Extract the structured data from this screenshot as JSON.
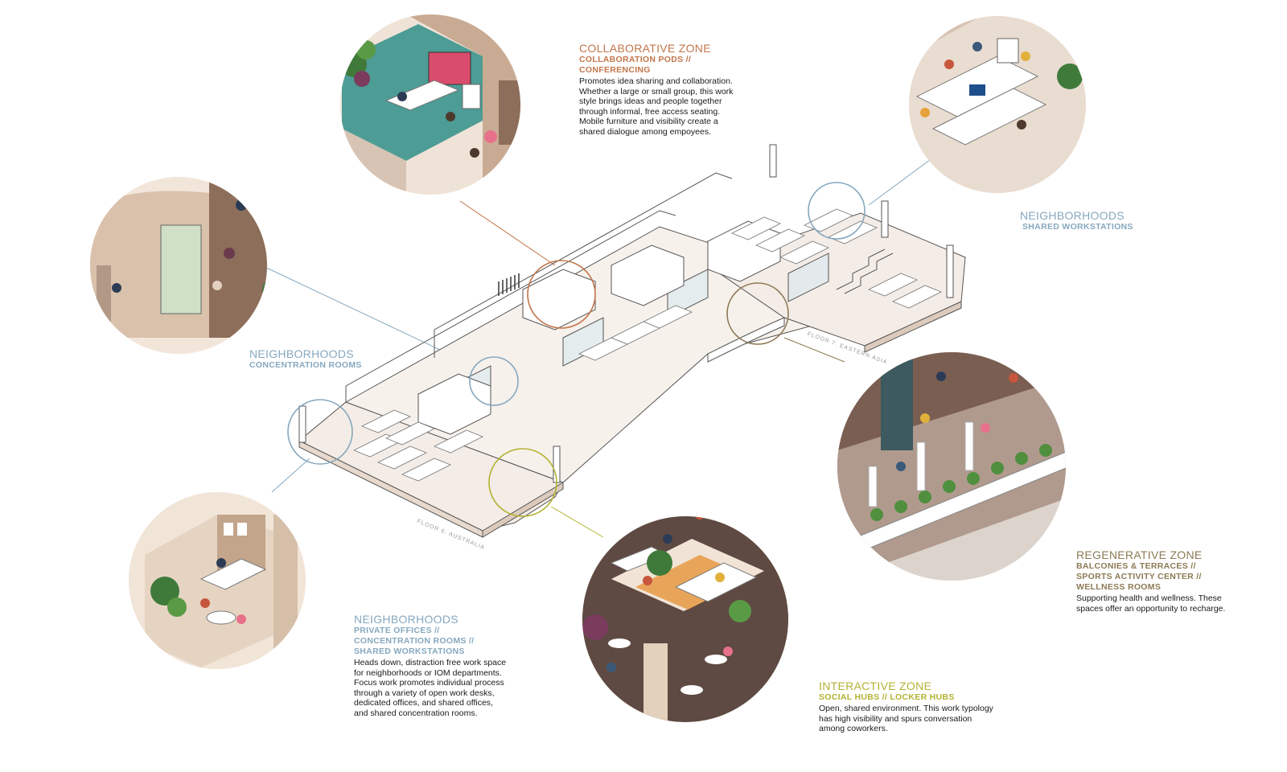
{
  "colors": {
    "collaborative": "#c2764a",
    "neighborhood": "#86a8bf",
    "interactive": "#b3b233",
    "regenerative": "#8c7a55",
    "floor": "#f4ece6",
    "wall": "#d9c3b1",
    "line": "#555555"
  },
  "zones": {
    "collaborative": {
      "title": "COLLABORATIVE ZONE",
      "subtitle_1": "COLLABORATION PODS //",
      "subtitle_2": "CONFERENCING",
      "body": "Promotes idea sharing and collaboration. Whether a large or small group, this work style brings ideas and people together through informal, free access seating. Mobile furniture and visibility create a shared dialogue among empoyees."
    },
    "shared_workstations": {
      "title": "NEIGHBORHOODS",
      "subtitle_1": "SHARED WORKSTATIONS"
    },
    "concentration_rooms": {
      "title": "NEIGHBORHOODS",
      "subtitle_1": "CONCENTRATION ROOMS"
    },
    "private_offices": {
      "title": "NEIGHBORHOODS",
      "subtitle_1": "PRIVATE OFFICES //",
      "subtitle_2": "CONCENTRATION ROOMS //",
      "subtitle_3": "SHARED WORKSTATIONS",
      "body": "Heads down, distraction free work space for neighborhoods or IOM departments. Focus work promotes individual process through a variety of open work desks, dedicated offices, and shared offices, and shared concentration rooms."
    },
    "interactive": {
      "title": "INTERACTIVE ZONE",
      "subtitle_1": "SOCIAL HUBS // LOCKER HUBS",
      "body": "Open, shared environment. This work typology has high visibility and spurs conversation among coworkers."
    },
    "regenerative": {
      "title": "REGENERATIVE ZONE",
      "subtitle_1": "BALCONIES & TERRACES //",
      "subtitle_2": "SPORTS ACTIVITY CENTER //",
      "subtitle_3": "WELLNESS ROOMS",
      "body": "Supporting health and wellness. These spaces offer an opportunity to recharge."
    }
  },
  "floor_labels": {
    "floor_7": "FLOOR 7: EASTERN ASIA",
    "floor_6": "FLOOR 6: AUSTRALIA"
  }
}
